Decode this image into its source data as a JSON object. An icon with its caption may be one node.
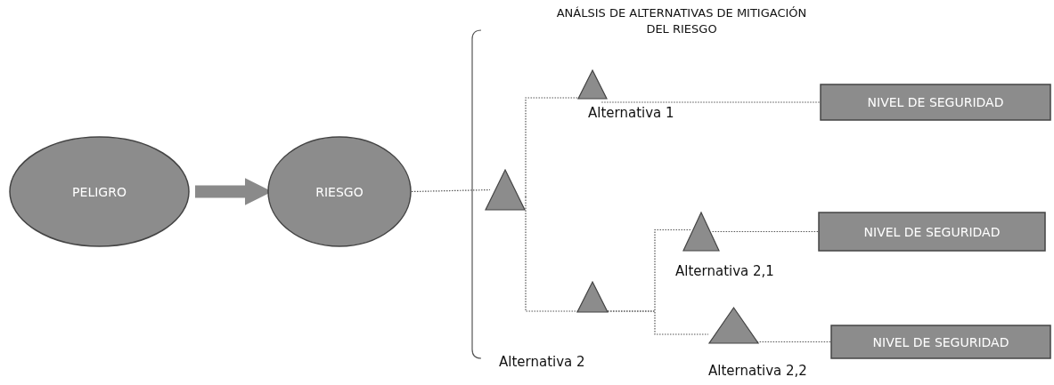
{
  "diagram": {
    "title": "ANÁLSIS DE ALTERNATIVAS DE MITIGACIÓN DEL RIESGO",
    "nodes": [
      {
        "text": [
          "PELIGRO"
        ]
      },
      {
        "text": [
          "RIESGO"
        ]
      },
      {
        "text": [],
        "shape": "triangle"
      },
      {
        "text": [],
        "shape": "triangle",
        "beside": [
          "Alternativa 1"
        ]
      },
      {
        "text": [],
        "shape": "triangle",
        "beside": [
          "Alternativa 2"
        ]
      },
      {
        "text": [],
        "shape": "triangle",
        "beside": [
          "Alternativa 2,1"
        ]
      },
      {
        "text": [],
        "shape": "triangle",
        "beside": [
          "Alternativa 2,2"
        ]
      },
      {
        "text": [
          "NIVEL DE SEGURIDAD"
        ]
      },
      {
        "text": [
          "NIVEL DE SEGURIDAD"
        ]
      },
      {
        "text": [
          "NIVEL DE SEGURIDAD"
        ]
      }
    ],
    "edges": [
      {
        "from": 0,
        "to": 1,
        "arrow": "to",
        "style": "thick"
      },
      {
        "from": 1,
        "to": 2,
        "arrow": "none",
        "style": "dashed"
      },
      {
        "from": 2,
        "to": 3,
        "arrow": "none",
        "style": "dashed"
      },
      {
        "from": 2,
        "to": 4,
        "arrow": "none",
        "style": "dashed"
      },
      {
        "from": 3,
        "to": 7,
        "arrow": "none",
        "style": "dashed"
      },
      {
        "from": 4,
        "to": 5,
        "arrow": "none",
        "style": "dashed"
      },
      {
        "from": 4,
        "to": 6,
        "arrow": "none",
        "style": "dashed"
      },
      {
        "from": 5,
        "to": 8,
        "arrow": "none",
        "style": "dashed"
      },
      {
        "from": 6,
        "to": 9,
        "arrow": "none",
        "style": "dashed"
      }
    ]
  }
}
